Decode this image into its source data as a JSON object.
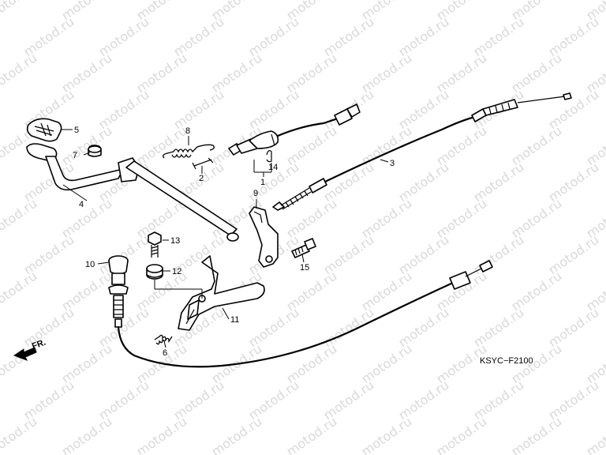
{
  "watermark": "motod.ru",
  "diagram_code": "KSYC−F2100",
  "front_arrow_label": "FR.",
  "callouts": {
    "c1": "1",
    "c2": "2",
    "c3": "3",
    "c4": "4",
    "c5": "5",
    "c6": "6",
    "c7": "7",
    "c8": "8",
    "c9": "9",
    "c10": "10",
    "c11": "11",
    "c12": "12",
    "c13": "13",
    "c14": "14",
    "c15": "15"
  }
}
